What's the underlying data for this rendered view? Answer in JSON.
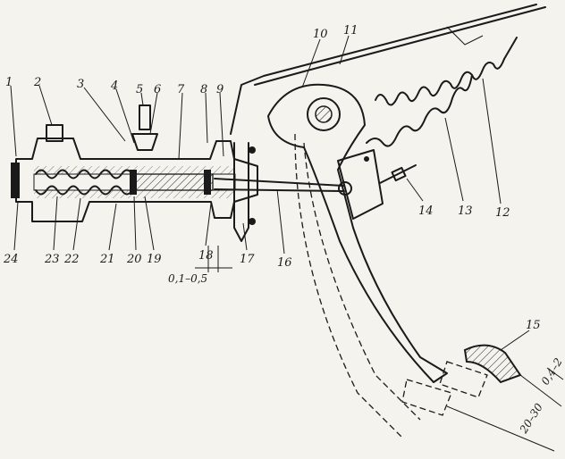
{
  "labels": {
    "l1": "1",
    "l2": "2",
    "l3": "3",
    "l4": "4",
    "l5": "5",
    "l6": "6",
    "l7": "7",
    "l8": "8",
    "l9": "9",
    "l10": "10",
    "l11": "11",
    "l12": "12",
    "l13": "13",
    "l14": "14",
    "l15": "15",
    "l16": "16",
    "l17": "17",
    "l18": "18",
    "l19": "19",
    "l20": "20",
    "l21": "21",
    "l22": "22",
    "l23": "23",
    "l24": "24"
  },
  "dimensions": {
    "gap": "0,1–0,5",
    "pedal_free": "0,4–2",
    "pedal_travel": "20–30"
  },
  "colors": {
    "ink": "#1a1a1a",
    "paper": "#f4f3ee"
  }
}
